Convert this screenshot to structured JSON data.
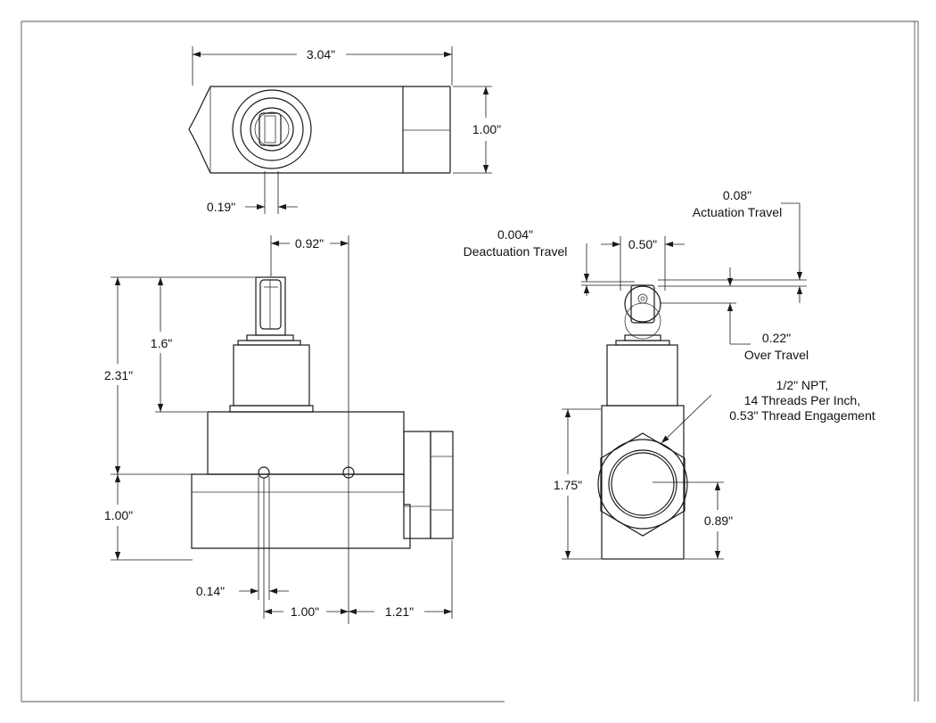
{
  "dimensions": {
    "top_width": "3.04\"",
    "top_height": "1.00\"",
    "top_slot_width": "0.19\"",
    "front_plunger_offset": "0.92\"",
    "front_overall_height": "2.31\"",
    "front_plunger_height": "1.6\"",
    "front_base_height": "1.00\"",
    "front_hole_diameter": "0.14\"",
    "front_hole_spacing": "1.00\"",
    "front_right_offset": "1.21\"",
    "side_actuation_value": "0.08\"",
    "side_actuation_text": "Actuation Travel",
    "side_deactuation_value": "0.004\"",
    "side_deactuation_text": "Deactuation Travel",
    "side_roller_width": "0.50\"",
    "side_overtravel_value": "0.22\"",
    "side_overtravel_text": "Over Travel",
    "side_body_height": "1.75\"",
    "side_port_height": "0.89\""
  },
  "port_callout": {
    "line1": "1/2\" NPT,",
    "line2": "14 Threads Per Inch,",
    "line3": "0.53\" Thread Engagement"
  }
}
